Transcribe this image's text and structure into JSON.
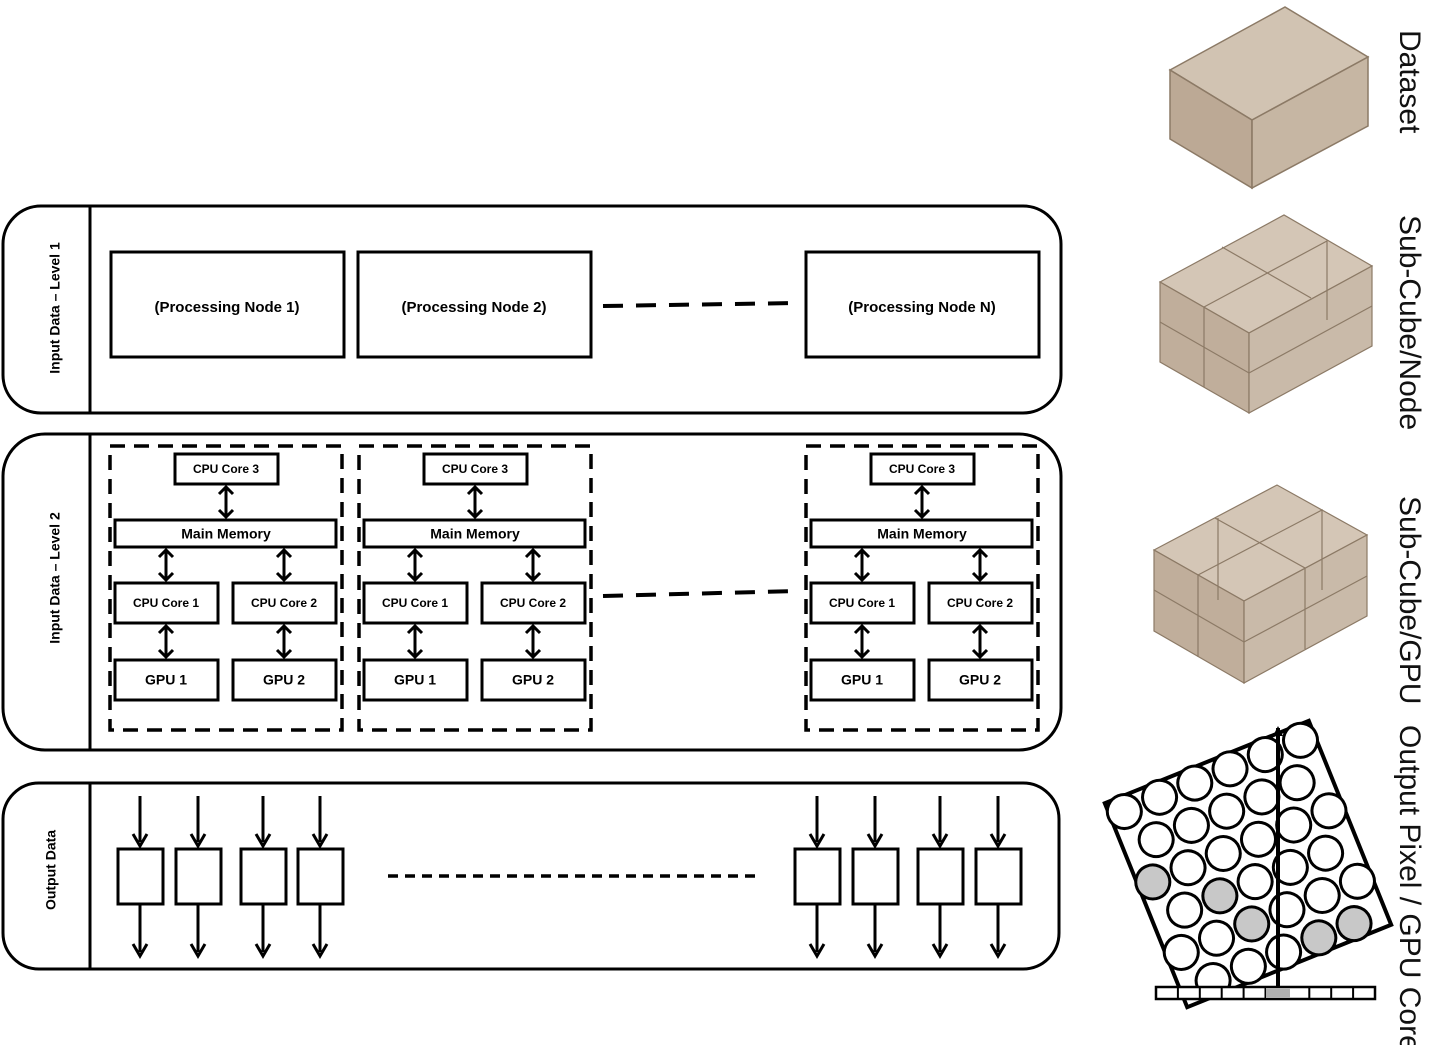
{
  "levels": {
    "level1": "Input Data – Level 1",
    "level2": "Input Data – Level 2",
    "output": "Output Data"
  },
  "processing_nodes": [
    "(Processing Node 1)",
    "(Processing Node 2)",
    "(Processing Node N)"
  ],
  "node_components": {
    "cpu_core_3": "CPU Core 3",
    "main_memory": "Main Memory",
    "cpu_core_1": "CPU Core 1",
    "cpu_core_2": "CPU Core 2",
    "gpu_1": "GPU 1",
    "gpu_2": "GPU 2"
  },
  "right_labels": {
    "dataset": "Dataset",
    "subcube_node": "Sub-Cube/Node",
    "subcube_gpu": "Sub-Cube/GPU",
    "output_pixel": "Output Pixel / GPU Core"
  },
  "colors": {
    "cube_fill": "#b5a18b",
    "cube_stroke": "#8c7a66",
    "highlight_circle": "#c8c8c8",
    "line": "#000000"
  }
}
